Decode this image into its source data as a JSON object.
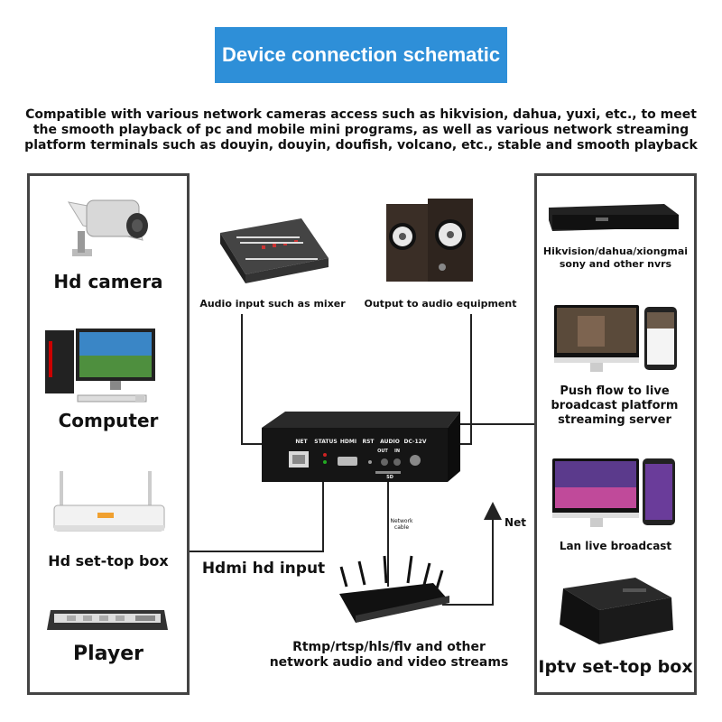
{
  "title": "Device connection schematic",
  "description": [
    "Compatible with various network cameras access such as hikvision, dahua, yuxi, etc., to meet",
    "the smooth playback of pc and mobile mini programs, as well as various network streaming",
    "platform terminals such as douyin, douyin, doufish, volcano, etc., stable and smooth playback"
  ],
  "left_panel": {
    "items": [
      {
        "label": "Hd camera",
        "icon": "camera-icon"
      },
      {
        "label": "Computer",
        "icon": "computer-icon"
      },
      {
        "label": "Hd set-top box",
        "icon": "settop-box-icon"
      },
      {
        "label": "Player",
        "icon": "player-icon"
      }
    ]
  },
  "right_panel": {
    "items": [
      {
        "label": "Hikvision/dahua/xiongmai sony and other nvrs",
        "icon": "nvr-icon"
      },
      {
        "label": "Push flow to live broadcast platform streaming server",
        "icon": "monitor-phone-icon"
      },
      {
        "label": "Lan live broadcast",
        "icon": "monitor-phone-icon"
      },
      {
        "label": "Iptv set-top box",
        "icon": "iptv-box-icon"
      }
    ]
  },
  "center": {
    "mixer_label": "Audio input such as mixer",
    "speaker_label": "Output to audio equipment",
    "hdmi_input_label": "Hdmi hd input",
    "net_label": "Net",
    "network_cable_label": "Network cable",
    "streams_label": "Rtmp/rtsp/hls/flv and other network audio and video streams",
    "device_ports": [
      "NET",
      "STATUS",
      "HDMI",
      "RST",
      "AUDIO",
      "DC-12V"
    ],
    "device_subports": [
      "OUT",
      "IN",
      "SD"
    ]
  },
  "colors": {
    "banner": "#2e8fd8",
    "line": "#222222",
    "panel_border": "#444444"
  }
}
